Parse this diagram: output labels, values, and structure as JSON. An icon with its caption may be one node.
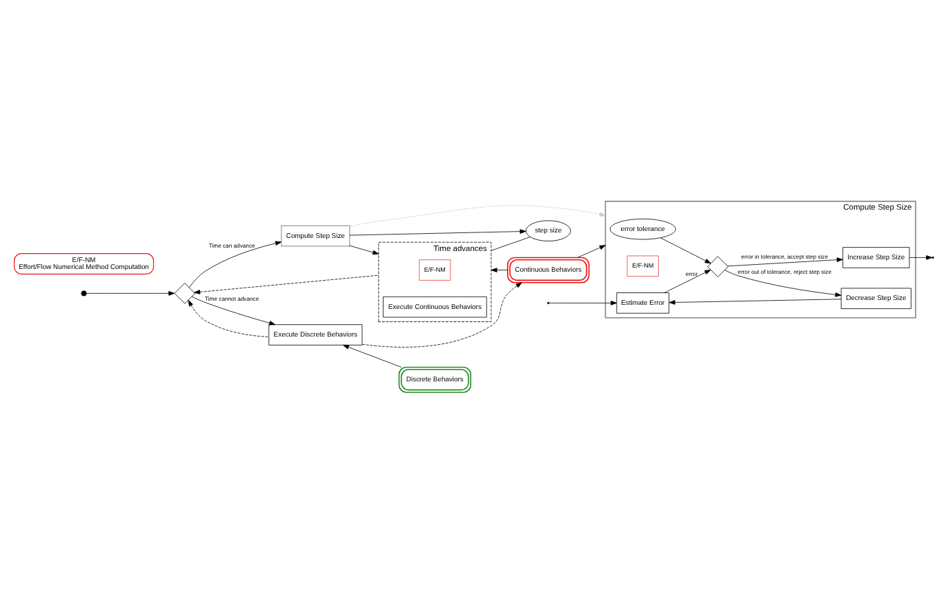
{
  "diagram": {
    "nodes": [
      {
        "text": [],
        "shape": "circle"
      },
      {
        "text": [],
        "shape": "diamond"
      },
      {
        "text": [
          "Compute Step Size"
        ]
      },
      {
        "text": [
          "Time advances"
        ]
      },
      {
        "text": [
          "E/F-NM"
        ],
        "in": 3
      },
      {
        "text": [
          "Execute Continuous Behaviors"
        ],
        "in": 3
      },
      {
        "text": [
          "step size"
        ]
      },
      {
        "text": [
          "Execute Discrete Behaviors"
        ]
      },
      {
        "text": [
          "Continuous Behaviors"
        ]
      },
      {
        "text": [
          "Discrete Behaviors"
        ]
      },
      {
        "text": [
          "Compute Step Size"
        ]
      },
      {
        "text": [
          "error tolerance"
        ],
        "in": 10
      },
      {
        "text": [
          "E/F-NM"
        ],
        "in": 10
      },
      {
        "text": [
          "Estimate Error"
        ],
        "in": 10
      },
      {
        "text": [],
        "shape": "diamond",
        "in": 10
      },
      {
        "text": [
          "Increase Step Size"
        ],
        "in": 10
      },
      {
        "text": [
          "Decrease Step Size"
        ],
        "in": 10
      },
      {
        "text": [
          "E/F-NM",
          "Effort/Flow Numerical Method Computation"
        ]
      }
    ],
    "edges": [
      {
        "from": 0,
        "to": 1,
        "arrow": "to"
      },
      {
        "from": 1,
        "to": 2,
        "arrow": "to",
        "label": "Time can advance"
      },
      {
        "from": 1,
        "to": 7,
        "arrow": "to",
        "label": "Time cannot advance"
      },
      {
        "from": 2,
        "to": 3,
        "arrow": "to"
      },
      {
        "from": 2,
        "to": 6,
        "arrow": "to"
      },
      {
        "from": 6,
        "to": 3,
        "arrow": "none"
      },
      {
        "from": 8,
        "to": 3,
        "arrow": "to"
      },
      {
        "from": 9,
        "to": 7,
        "arrow": "to"
      },
      {
        "from": 7,
        "to": 8,
        "arrow": "to",
        "style": "dashed"
      },
      {
        "from": 2,
        "to": 10,
        "arrow": "to",
        "style": "dashed",
        "color": "#cccccc"
      },
      {
        "from": 8,
        "to": 10,
        "arrow": "to"
      },
      {
        "from": 3,
        "to": 1,
        "arrow": "to",
        "style": "dashed"
      },
      {
        "from": 7,
        "to": 1,
        "arrow": "to",
        "style": "dashed"
      },
      {
        "from": null,
        "to": 13,
        "arrow": "to"
      },
      {
        "from": 13,
        "to": 14,
        "arrow": "to",
        "label": "error"
      },
      {
        "from": 11,
        "to": 14,
        "arrow": "to"
      },
      {
        "from": 14,
        "to": 15,
        "arrow": "to",
        "label": "error in tolerance, accept step size"
      },
      {
        "from": 14,
        "to": 16,
        "arrow": "to",
        "label": "error out of tolerance, reject step size"
      },
      {
        "from": 16,
        "to": 13,
        "arrow": "to"
      },
      {
        "from": 15,
        "to": null,
        "arrow": "to"
      }
    ]
  }
}
